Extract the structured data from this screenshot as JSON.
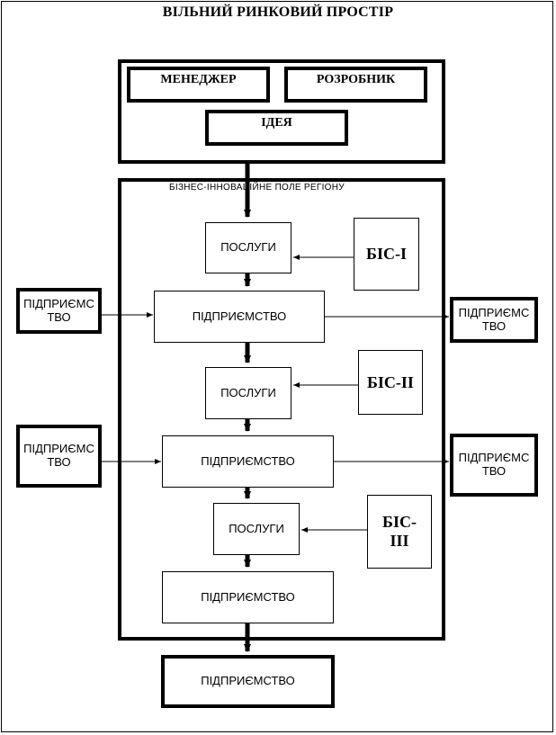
{
  "title": "ВІЛЬНИЙ РИНКОВИЙ ПРОСТІР",
  "top_group": {
    "manager": "МЕНЕДЖЕР",
    "developer": "РОЗРОБНИК",
    "idea": "ІДЕЯ"
  },
  "field": {
    "label": "БІЗНЕС-ІННОВАЦІЙНЕ ПОЛЕ РЕГІОНУ",
    "services_1": "ПОСЛУГИ",
    "bis_1": "БІС-І",
    "enterprise_1": "ПІДПРИЄМСТВО",
    "services_2": "ПОСЛУГИ",
    "bis_2": "БІС-ІІ",
    "enterprise_2": "ПІДПРИЄМСТВО",
    "services_3": "ПОСЛУГИ",
    "bis_3": "БІС-ІІІ",
    "enterprise_3": "ПІДПРИЄМСТВО"
  },
  "outside": {
    "left_1": "ПІДПРИЄМСТВО",
    "right_1": "ПІДПРИЄМСТВО",
    "left_2": "ПІДПРИЄМСТВО",
    "right_2": "ПІДПРИЄМСТВО",
    "bottom": "ПІДПРИЄМСТВО"
  }
}
